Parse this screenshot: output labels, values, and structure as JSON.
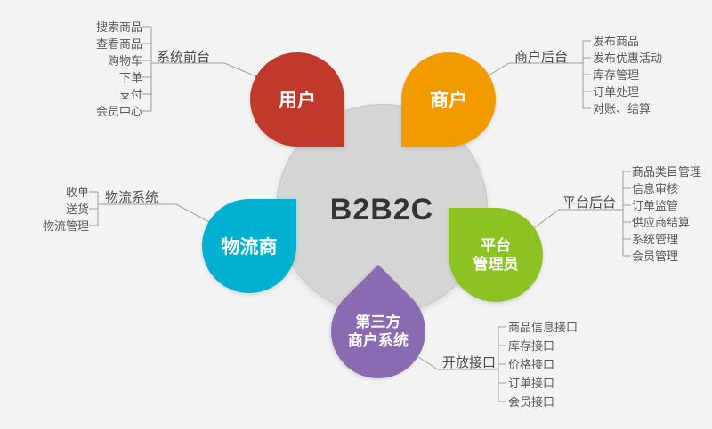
{
  "background_color": "#f3f3f3",
  "line_color": "#9e9e9e",
  "center": {
    "label": "B2B2C",
    "color": "#d5d5d5"
  },
  "petals": [
    {
      "name": "user",
      "color": "#c0392b",
      "lines": [
        "用户"
      ]
    },
    {
      "name": "merchant",
      "color": "#f29b00",
      "lines": [
        "商户"
      ]
    },
    {
      "name": "logistics-provider",
      "color": "#00b0d0",
      "lines": [
        "物流商"
      ]
    },
    {
      "name": "platform-admin",
      "color": "#8cc221",
      "lines": [
        "平台",
        "管理员"
      ]
    },
    {
      "name": "third-party-merchant-system",
      "color": "#8a6bb2",
      "lines": [
        "第三方",
        "商户系统"
      ]
    }
  ],
  "groups": [
    {
      "name": "system-frontend",
      "label": "系统前台",
      "items": [
        "搜索商品",
        "查看商品",
        "购物车",
        "下单",
        "支付",
        "会员中心"
      ]
    },
    {
      "name": "merchant-backend",
      "label": "商户后台",
      "items": [
        "发布商品",
        "发布优惠活动",
        "库存管理",
        "订单处理",
        "对账、结算"
      ]
    },
    {
      "name": "logistics-system",
      "label": "物流系统",
      "items": [
        "收单",
        "送货",
        "物流管理"
      ]
    },
    {
      "name": "platform-backend",
      "label": "平台后台",
      "items": [
        "商品类目管理",
        "信息审核",
        "订单监管",
        "供应商结算",
        "系统管理",
        "会员管理"
      ]
    },
    {
      "name": "open-api",
      "label": "开放接口",
      "items": [
        "商品信息接口",
        "库存接口",
        "价格接口",
        "订单接口",
        "会员接口"
      ]
    }
  ]
}
